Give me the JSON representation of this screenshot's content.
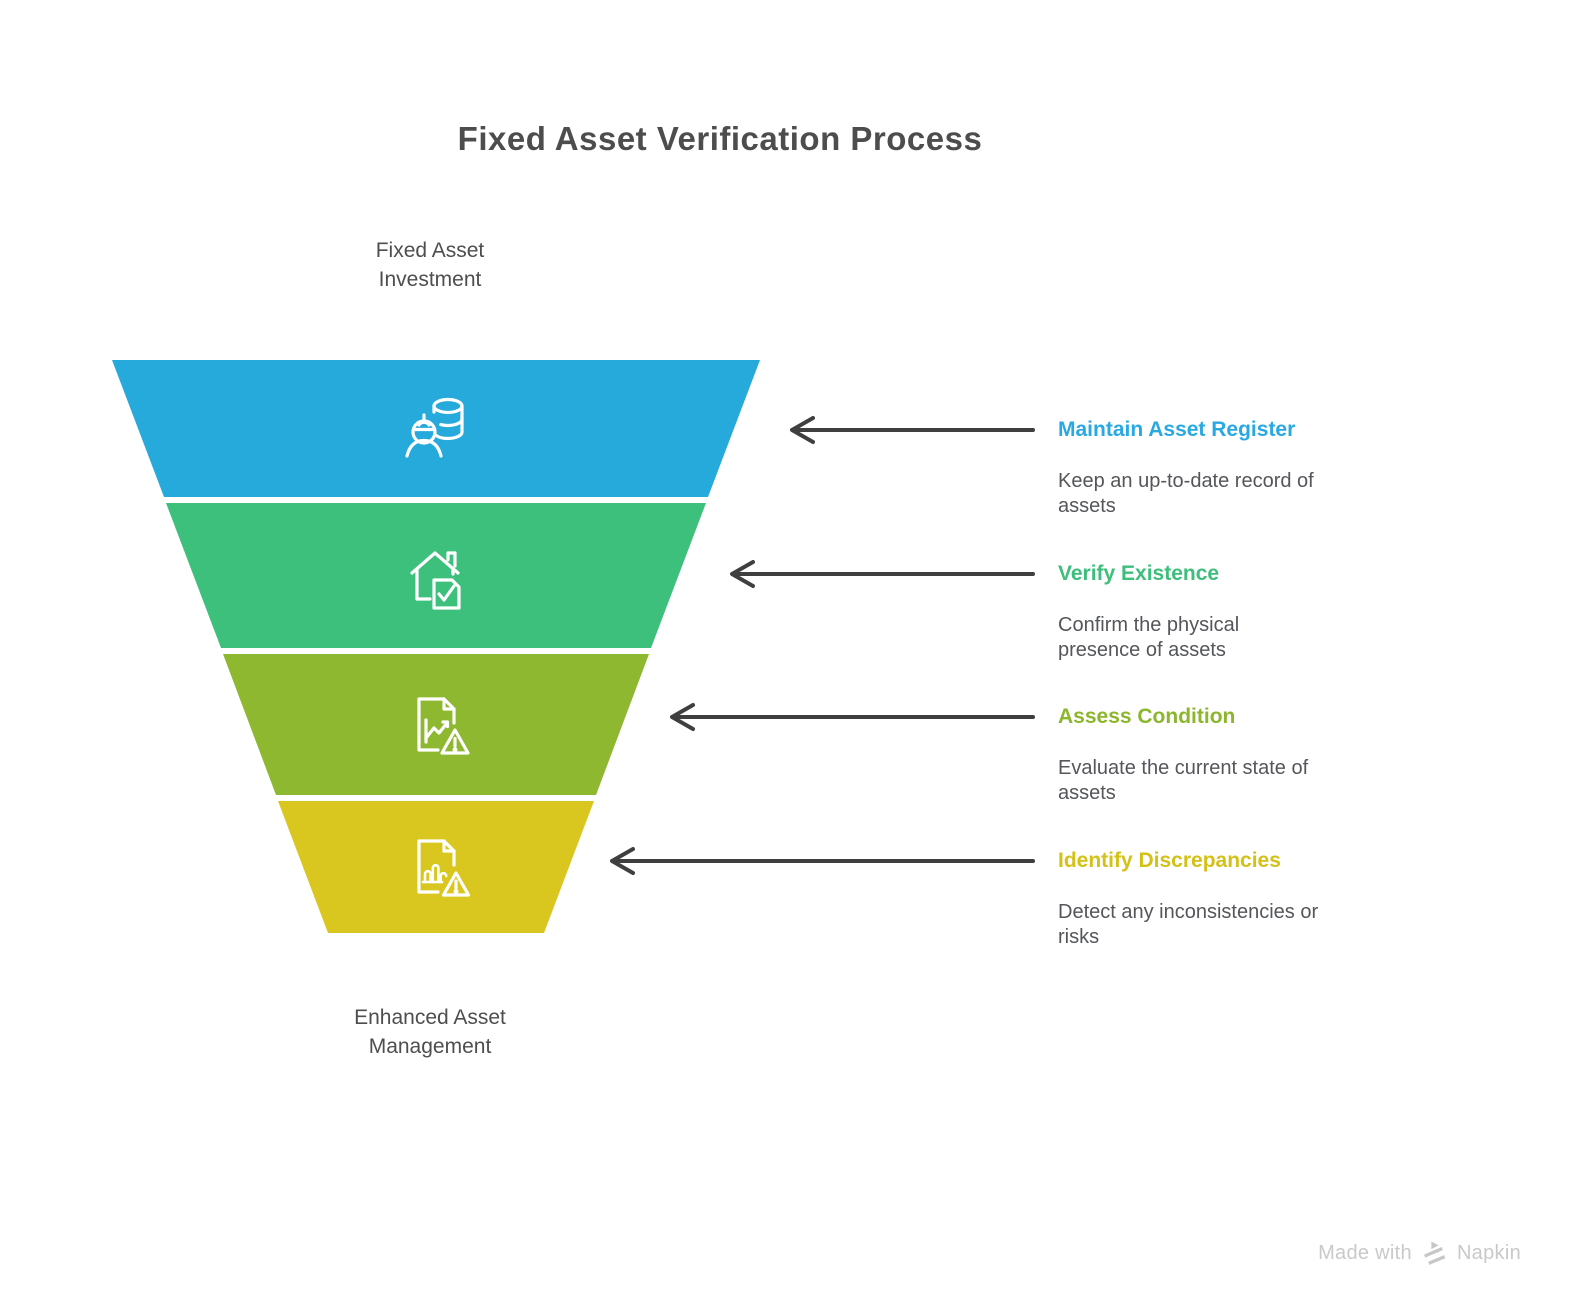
{
  "title": "Fixed Asset Verification Process",
  "funnel": {
    "input_label": "Fixed Asset\nInvestment",
    "output_label": "Enhanced Asset\nManagement",
    "arrow_color": "#3F3F3F",
    "segments": [
      {
        "label": "Maintain Asset Register",
        "description": "Keep an up-to-date record of\nassets",
        "color": "#26A9DB",
        "heading_color": "#29A9E1",
        "icon": "worker-coins-icon"
      },
      {
        "label": "Verify Existence",
        "description": "Confirm the physical\npresence of assets",
        "color": "#3EC07D",
        "heading_color": "#3DBE7B",
        "icon": "house-check-icon"
      },
      {
        "label": "Assess Condition",
        "description": "Evaluate the current state of\nassets",
        "color": "#8DB830",
        "heading_color": "#8CB62C",
        "icon": "report-warning-icon"
      },
      {
        "label": "Identify Discrepancies",
        "description": "Detect any inconsistencies or\nrisks",
        "color": "#D9C71F",
        "heading_color": "#D4C118",
        "icon": "chart-warning-icon"
      }
    ]
  },
  "footer": {
    "made_with": "Made with",
    "brand": "Napkin"
  }
}
